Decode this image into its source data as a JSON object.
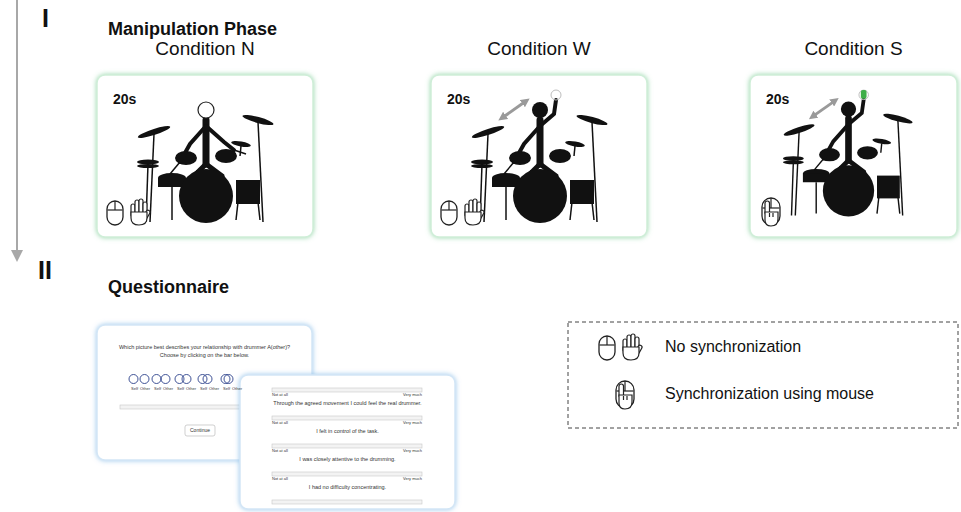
{
  "diagram": {
    "nodes": [
      {
        "text": [
          "Condition N",
          "20s"
        ]
      },
      {
        "text": [
          "Condition W",
          "20s"
        ]
      },
      {
        "text": [
          "Condition S",
          "20s"
        ]
      },
      {
        "text": [
          "Which picture best describes your relationship with drummer A(other)?",
          "Choose by clicking on the bar below.",
          "Self",
          "Other",
          "Self",
          "Other",
          "Self",
          "Other",
          "Self",
          "Other",
          "Self",
          "Other",
          "Continue"
        ]
      },
      {
        "text": [
          "Not at all",
          "Very much",
          "Through the agreed movement I could feel the real drummer.",
          "Not at all",
          "Very much",
          "I felt in control of the task.",
          "Not at all",
          "Very much",
          "I was closely attentive to the drumming.",
          "Not at all",
          "Very much",
          "I had no difficulty concentrating."
        ]
      }
    ],
    "labels": [
      "I",
      "Manipulation Phase",
      "II",
      "Questionnaire"
    ],
    "legend": [
      {
        "text": "No synchronization"
      },
      {
        "text": "Synchronization using mouse"
      }
    ]
  }
}
